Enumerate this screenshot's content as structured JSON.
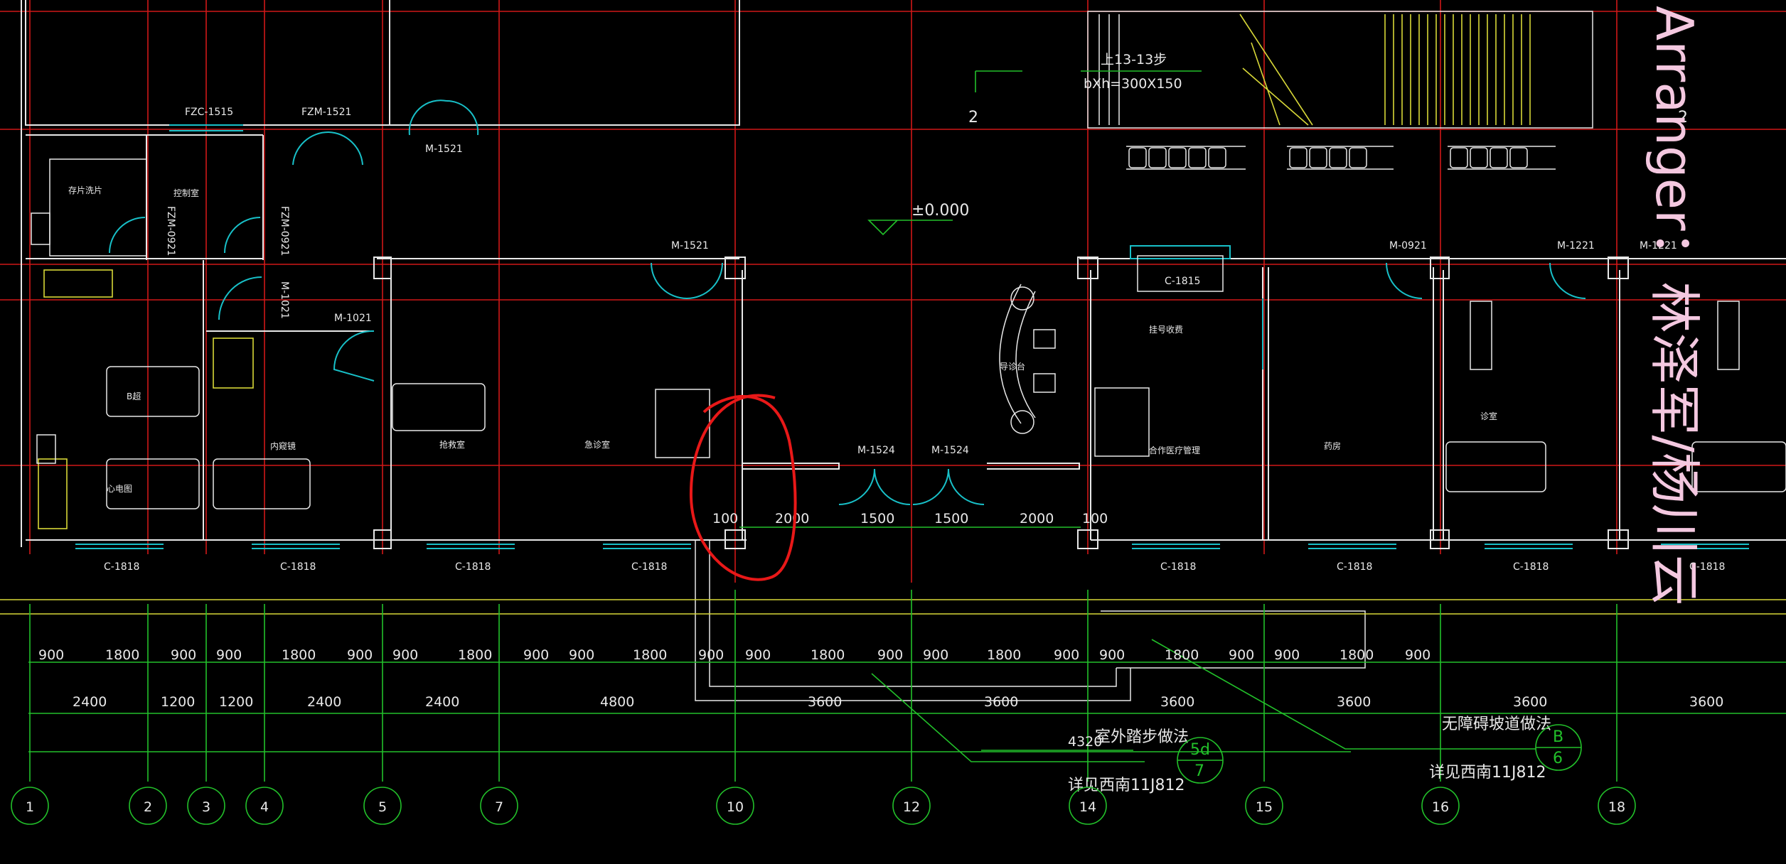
{
  "labels": {
    "fzc_1515": "FZC-1515",
    "fzm_1521": "FZM-1521",
    "m_1521_top": "M-1521",
    "fzm_0921_a": "FZM-0921",
    "fzm_0921_b": "FZM-0921",
    "m_1021_v": "M-1021",
    "m_1021": "M-1021",
    "m_1521": "M-1521",
    "m_1524_a": "M-1524",
    "m_1524_b": "M-1524",
    "m_0921": "M-0921",
    "m_1221_a": "M-1221",
    "m_1221_b": "M-1221",
    "c_1815": "C-1815",
    "c_1818": "C-1818",
    "level": "±0.000",
    "stair_steps": "上13-13步",
    "stair_size": "bXh=300X150",
    "grid_2a": "2",
    "grid_2b": "2"
  },
  "dims": {
    "row1": [
      "900",
      "1800",
      "900",
      "900",
      "1800",
      "900",
      "900",
      "1800",
      "900",
      "900",
      "1800",
      "900",
      "900",
      "1800",
      "900",
      "900",
      "1800",
      "900",
      "900",
      "1800",
      "900",
      "900",
      "1800",
      "900"
    ],
    "row2": [
      "2400",
      "1200",
      "1200",
      "2400",
      "2400",
      "4800",
      "3600",
      "3600",
      "3600",
      "3600",
      "3600",
      "3600"
    ],
    "entry": [
      "100",
      "2000",
      "1500",
      "1500",
      "2000",
      "100"
    ],
    "dim_4320": "4320"
  },
  "grid": {
    "axes": [
      "1",
      "2",
      "3",
      "4",
      "5",
      "7",
      "10",
      "12",
      "14",
      "15",
      "16",
      "18"
    ]
  },
  "notes": {
    "outdoor_step": "室外踏步做法",
    "see_a": "详见西南11J812",
    "bf_ramp": "无障碍坡道做法",
    "see_b": "详见西南11J812",
    "ref_a_top": "5d",
    "ref_a_bot": "7",
    "ref_b_top": "B",
    "ref_b_bot": "6"
  },
  "watermark": "Arranger：林泽军/杨川云"
}
